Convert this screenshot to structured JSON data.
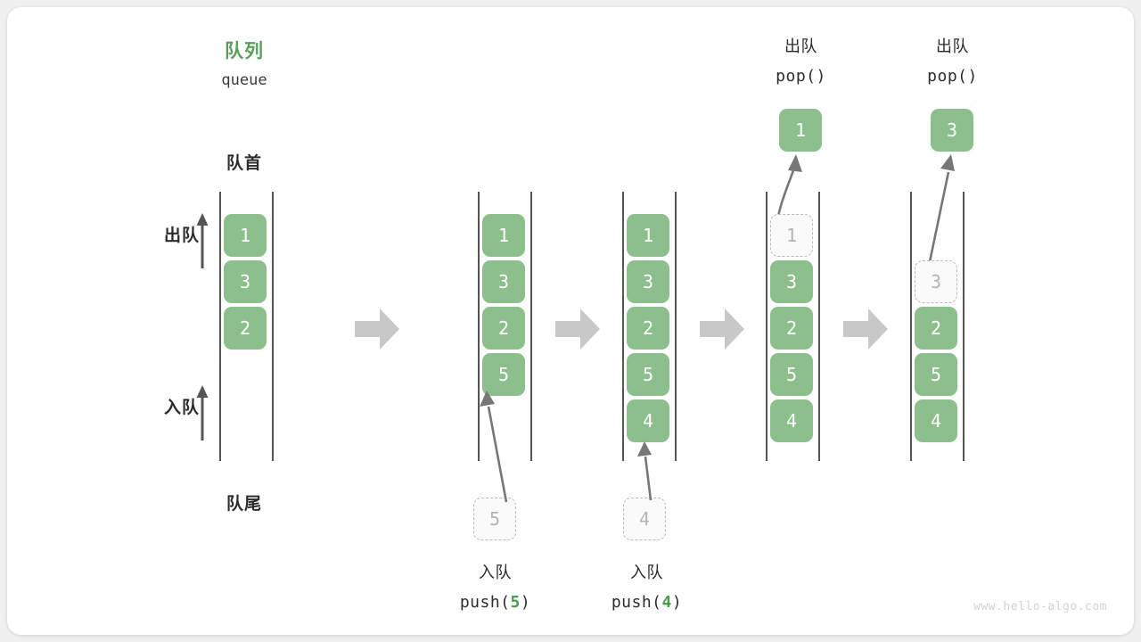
{
  "diagram": {
    "title_cn": "队列",
    "title_en": "queue",
    "front_label": "队首",
    "rear_label": "队尾",
    "dequeue_label": "出队",
    "enqueue_label": "入队",
    "watermark": "www.hello-algo.com",
    "accent_green": "#8cbf8c",
    "accent_title_green": "#599f5a",
    "ghost_gray": "#b4b4b4",
    "rail_gray": "#555555",
    "flow_arrow_gray": "#c8c8c8"
  },
  "stages": [
    {
      "id": "initial",
      "boxes": [
        "1",
        "3",
        "2"
      ],
      "ghost_slot": null,
      "popped_value": null,
      "op_cn": null,
      "op_code": null
    },
    {
      "id": "push-5",
      "boxes": [
        "1",
        "3",
        "2",
        "5"
      ],
      "ghost_slot": null,
      "incoming_value": "5",
      "op_cn": "入队",
      "op_code_prefix": "push(",
      "op_code_num": "5",
      "op_code_suffix": ")"
    },
    {
      "id": "push-4",
      "boxes": [
        "1",
        "3",
        "2",
        "5",
        "4"
      ],
      "ghost_slot": null,
      "incoming_value": "4",
      "op_cn": "入队",
      "op_code_prefix": "push(",
      "op_code_num": "4",
      "op_code_suffix": ")"
    },
    {
      "id": "pop-1",
      "boxes": [
        "3",
        "2",
        "5",
        "4"
      ],
      "ghost_value": "1",
      "popped_value": "1",
      "op_cn": "出队",
      "op_code": "pop()"
    },
    {
      "id": "pop-3",
      "boxes": [
        "2",
        "5",
        "4"
      ],
      "ghost_value": "3",
      "popped_value": "3",
      "op_cn": "出队",
      "op_code": "pop()"
    }
  ]
}
